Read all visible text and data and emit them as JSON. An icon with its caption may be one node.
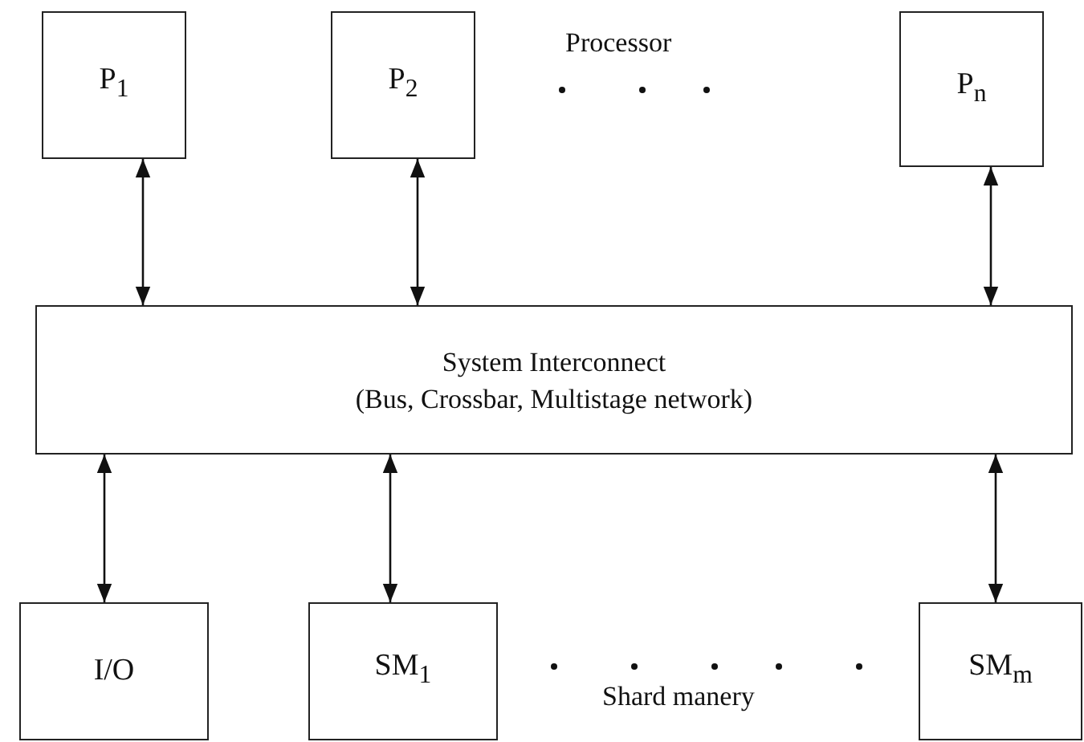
{
  "diagram": {
    "nodes": [
      {
        "text": [
          "P$_{1}$"
        ]
      },
      {
        "text": [
          "P$_{2}$"
        ]
      },
      {
        "text": [
          "P$_{n}$"
        ]
      },
      {
        "text": [
          "System Interconnect",
          "(Bus, Crossbar, Multistage network)"
        ]
      },
      {
        "text": [
          "I/O"
        ]
      },
      {
        "text": [
          "SM$_{1}$"
        ]
      },
      {
        "text": [
          "SM$_{m}$"
        ]
      }
    ],
    "edges": [
      {
        "from": 0,
        "to": 3,
        "arrow": "both"
      },
      {
        "from": 1,
        "to": 3,
        "arrow": "both"
      },
      {
        "from": 2,
        "to": 3,
        "arrow": "both"
      },
      {
        "from": 3,
        "to": 4,
        "arrow": "both"
      },
      {
        "from": 3,
        "to": 5,
        "arrow": "both"
      },
      {
        "from": 3,
        "to": 6,
        "arrow": "both"
      }
    ],
    "labels": [
      "Processor",
      "Shard manery"
    ]
  }
}
